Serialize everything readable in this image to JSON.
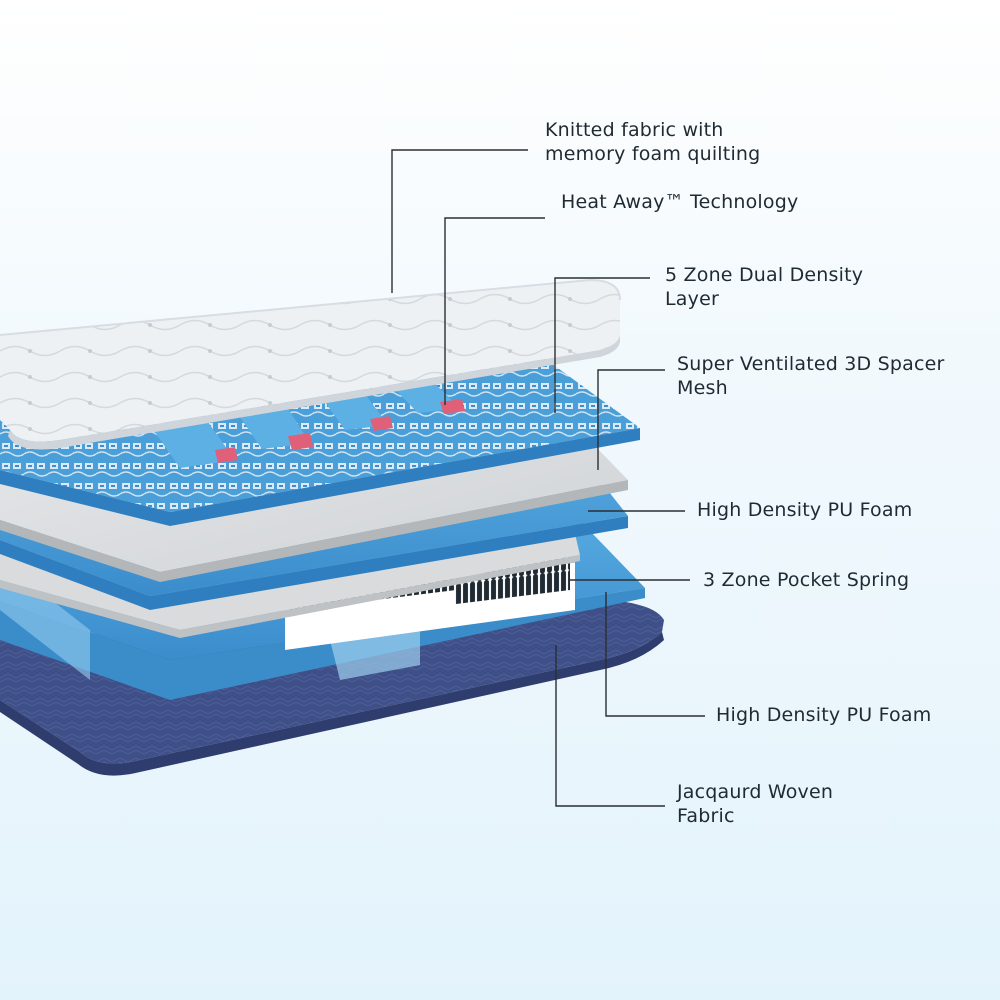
{
  "layers": [
    {
      "id": "knitted-fabric",
      "lines": [
        "Knitted fabric with",
        "memory foam quilting"
      ]
    },
    {
      "id": "heat-away",
      "lines": [
        "Heat Away™ Technology"
      ]
    },
    {
      "id": "five-zone",
      "lines": [
        "5 Zone Dual Density",
        "Layer"
      ]
    },
    {
      "id": "spacer-mesh",
      "lines": [
        "Super Ventilated 3D Spacer",
        "Mesh"
      ]
    },
    {
      "id": "hd-foam-top",
      "lines": [
        "High Density PU Foam"
      ]
    },
    {
      "id": "pocket-spring",
      "lines": [
        "3 Zone Pocket Spring"
      ]
    },
    {
      "id": "hd-foam-bottom",
      "lines": [
        "High Density PU Foam"
      ]
    },
    {
      "id": "jacquard",
      "lines": [
        "Jacqaurd Woven",
        "Fabric"
      ]
    }
  ],
  "colors": {
    "quilt": "#eef1f4",
    "foam_blue": "#4a9fd8",
    "foam_blue_dark": "#2f7fc0",
    "mesh_grey": "#d8dadc",
    "spring_navy": "#2d4f86",
    "spring_white": "#f4f6f8",
    "base_navy": "#3f4f88",
    "heat_strip": "#e0607a",
    "line": "#2a2f33"
  }
}
